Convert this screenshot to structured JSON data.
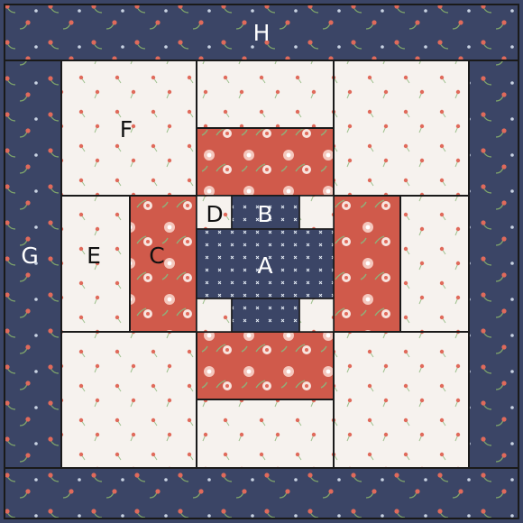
{
  "diagram": {
    "type": "quilt-block-layout",
    "colors": {
      "navy": "#3b4566",
      "navy_dots": "#e7eef7",
      "cream": "#f6f2ee",
      "coral": "#d05a4b",
      "berry": "#e06a5b",
      "stem": "#7ea46a",
      "seam": "#1a1a1a"
    },
    "labels": {
      "H": "H",
      "G": "G",
      "F": "F",
      "E": "E",
      "C": "C",
      "D": "D",
      "B": "B",
      "A": "A"
    }
  }
}
